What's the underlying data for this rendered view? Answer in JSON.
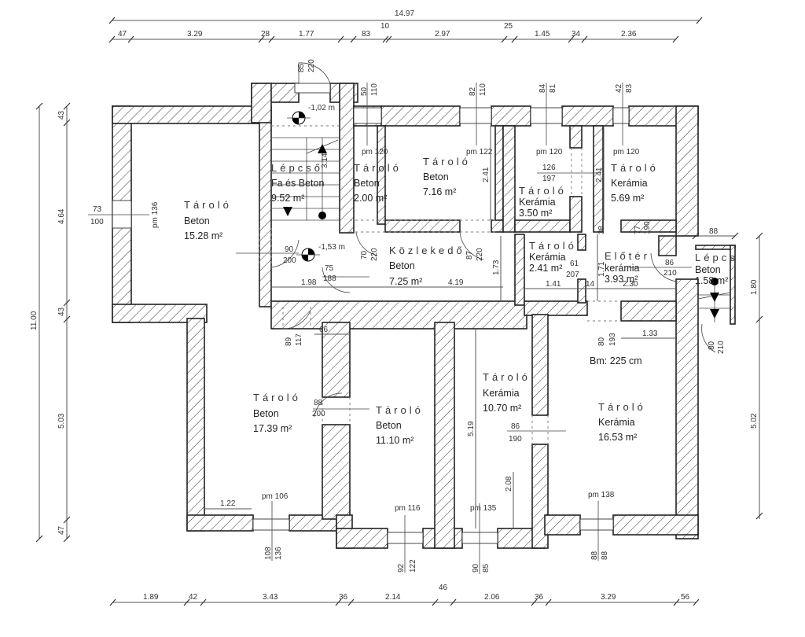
{
  "title_dimension": "14.97",
  "top_dims_row1": [
    "10",
    "25"
  ],
  "top_dims_row2": [
    "47",
    "3.29",
    "28",
    "1.77",
    "83",
    "2.97",
    "1.45",
    "34",
    "2.36"
  ],
  "bottom_dims": [
    "1.89",
    "42",
    "3.43",
    "36",
    "2.14",
    "46",
    "2.06",
    "36",
    "3.29",
    "56"
  ],
  "left_dims_outer": "11.00",
  "left_dims_inner": [
    "43",
    "4.64",
    "43",
    "5.03",
    "47"
  ],
  "right_dims": [
    "88",
    "1.80",
    "5.02"
  ],
  "rooms": [
    {
      "name": "Tároló",
      "material": "Beton",
      "area": "15.28 m²"
    },
    {
      "name": "Lépcső",
      "material": "Fa és Beton",
      "area": "9.52 m²"
    },
    {
      "name": "Tároló",
      "material": "Beton",
      "area": "2.00 m²"
    },
    {
      "name": "Tároló",
      "material": "Beton",
      "area": "7.16 m²"
    },
    {
      "name": "Tároló",
      "material": "Kerámia",
      "area": "3.50 m²"
    },
    {
      "name": "Tároló",
      "material": "Kerámia",
      "area": "5.69 m²"
    },
    {
      "name": "Közlekedő",
      "material": "Beton",
      "area": "7.25 m²"
    },
    {
      "name": "Tároló",
      "material": "Kerámia",
      "area": "2.41 m²"
    },
    {
      "name": "Előtér",
      "material": "kerámia",
      "area": "3.93 m²"
    },
    {
      "name": "Lépcs",
      "material": "Beton",
      "area": "1.58 m²"
    },
    {
      "name": "Tároló",
      "material": "Beton",
      "area": "17.39 m²"
    },
    {
      "name": "Tároló",
      "material": "Beton",
      "area": "11.10 m²"
    },
    {
      "name": "Tároló",
      "material": "Kerámia",
      "area": "10.70 m²"
    },
    {
      "name": "Tároló",
      "material": "Kerámia",
      "area": "16.53 m²"
    }
  ],
  "windows": [
    {
      "sill": "pm 136",
      "w": "73",
      "h": "100"
    },
    {
      "sill": "pm 120",
      "w": "50",
      "h": "110"
    },
    {
      "sill": "pm 122",
      "w": "82",
      "h": "110"
    },
    {
      "sill": "pm 120",
      "w": "84",
      "h": "81"
    },
    {
      "sill": "pm 120",
      "w": "42",
      "h": "83"
    },
    {
      "sill": "pm 106",
      "w": "108",
      "h": "136"
    },
    {
      "sill": "pm 116",
      "w": "92",
      "h": "122"
    },
    {
      "sill": "pm 135",
      "w": "90",
      "h": "85"
    },
    {
      "sill": "pm 138",
      "w": "88",
      "h": "88"
    }
  ],
  "doors": [
    {
      "w": "85",
      "h": "220"
    },
    {
      "w": "90",
      "h": "200"
    },
    {
      "w": "75",
      "h": "188"
    },
    {
      "w": "70",
      "h": "220"
    },
    {
      "w": "87",
      "h": "220"
    },
    {
      "w": "126",
      "h": "197"
    },
    {
      "w": "61",
      "h": "207"
    },
    {
      "w": "86",
      "h": "210"
    },
    {
      "w": "89",
      "h": "117"
    },
    {
      "w": "88",
      "h": "200"
    },
    {
      "w": "86",
      "h": "190"
    },
    {
      "w": "80",
      "h": "193"
    },
    {
      "w": "80",
      "h": "210"
    },
    {
      "w": "77",
      "h": "190"
    }
  ],
  "levels": [
    "-1,02 m",
    "-1,53 m"
  ],
  "inner_dims": {
    "stair_len": "3.14",
    "d_198": "1.98",
    "d_419": "4.19",
    "d_173": "1.73",
    "d_241a": "2.41",
    "d_241b": "2.41",
    "d_141": "1.41",
    "d_14": "14",
    "d_230": "2.30",
    "d_171": "1.71",
    "d_66": "66",
    "d_133": "1.33",
    "d_122": "1.22",
    "d_519": "5.19",
    "d_208": "2.08",
    "d_38": "38"
  },
  "note_height": "Bm: 225 cm"
}
